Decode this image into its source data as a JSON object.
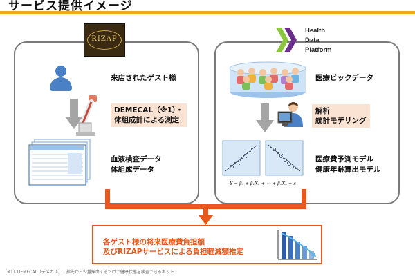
{
  "title": "サービス提供イメージ",
  "colors": {
    "accent_yellow": "#f0a81c",
    "flow_orange": "#e8581c",
    "panel_border": "#7a7a7a",
    "highlight": "#fbe3d3",
    "person_blue": "#4a80c6",
    "hdp_green": "#8cc63f",
    "hdp_purple": "#6b2d8a"
  },
  "left_panel": {
    "logo_text": "RIZAP",
    "guest_label": "来店されたゲスト様",
    "measure_label": [
      "DEMECAL（※1）・",
      "体組成計による測定"
    ],
    "data_label": [
      "血液検査データ",
      "体組成データ"
    ],
    "icons": [
      "person-icon",
      "down-arrow-icon",
      "measuring-device-icon",
      "report-sheets-icon"
    ]
  },
  "right_panel": {
    "logo_lines": [
      "Health",
      "Data",
      "Platform"
    ],
    "bigdata_label": "医療ビックデータ",
    "analysis_label": [
      "解析",
      "統計モデリング"
    ],
    "model_label": [
      "医療費予測モデル",
      "健康年齢算出モデル"
    ],
    "formula": "Y = β₀ + β₁X₁ + ⋯ + βₙXₙ + ε",
    "icons": [
      "crowd-cylinder-icon",
      "down-arrow-icon",
      "analyst-computer-icon",
      "scatter-plot-icon"
    ]
  },
  "bottom": {
    "lines": [
      "各ゲスト様の将来医療費負担額",
      "及びRIZAPサービスによる負担軽減額推定"
    ],
    "icons": [
      "declining-bar-chart-icon"
    ]
  },
  "footnote": "（※1）DEMECAL（デメカル）…指先から少量採血するだけで健康状態を検査できるキット"
}
